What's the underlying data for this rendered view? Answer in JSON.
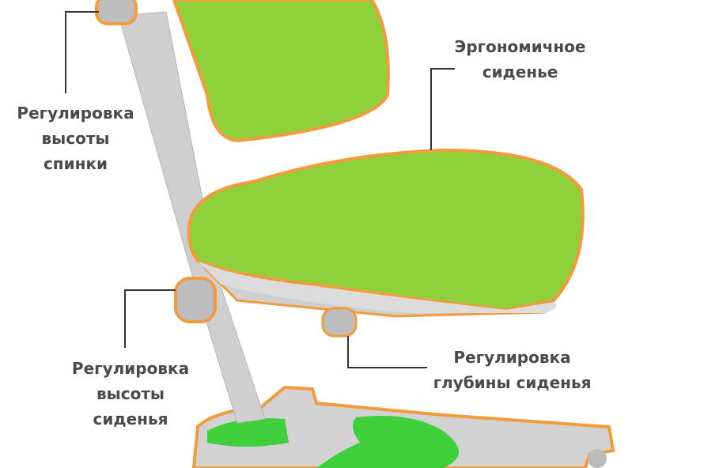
{
  "colors": {
    "chair_green": "#8fd13a",
    "outline_orange": "#f39a3c",
    "frame_gray": "#c9c9c9",
    "text": "#4a4a4a",
    "leader_line": "#333333"
  },
  "labels": {
    "backrest_height": [
      "Регулировка",
      "высоты",
      "спинки"
    ],
    "ergonomic_seat": [
      "Эргономичное",
      "сиденье"
    ],
    "seat_height": [
      "Регулировка",
      "высоты",
      "сиденья"
    ],
    "seat_depth": [
      "Регулировка",
      "глубины сиденья"
    ]
  }
}
